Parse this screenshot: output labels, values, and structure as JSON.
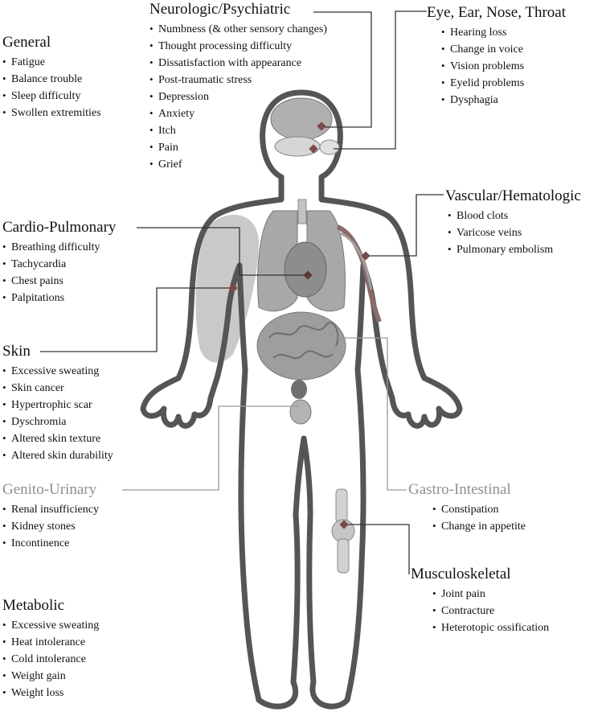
{
  "groups": {
    "general": {
      "title": "General",
      "items": [
        "Fatigue",
        "Balance trouble",
        "Sleep difficulty",
        "Swollen extremities"
      ]
    },
    "neuro": {
      "title": "Neurologic/Psychiatric",
      "items": [
        "Numbness (& other sensory changes)",
        "Thought processing difficulty",
        "Dissatisfaction with appearance",
        "Post-traumatic stress",
        "Depression",
        "Anxiety",
        "Itch",
        "Pain",
        "Grief"
      ]
    },
    "eye": {
      "title": "Eye, Ear, Nose, Throat",
      "items": [
        "Hearing loss",
        "Change in voice",
        "Vision problems",
        "Eyelid problems",
        "Dysphagia"
      ]
    },
    "vascular": {
      "title": "Vascular/Hematologic",
      "items": [
        "Blood clots",
        "Varicose veins",
        "Pulmonary embolism"
      ]
    },
    "cardio": {
      "title": "Cardio-Pulmonary",
      "items": [
        "Breathing difficulty",
        "Tachycardia",
        "Chest pains",
        "Palpitations"
      ]
    },
    "skin": {
      "title": "Skin",
      "items": [
        "Excessive sweating",
        "Skin cancer",
        "Hypertrophic scar",
        "Dyschromia",
        "Altered skin texture",
        "Altered skin durability"
      ]
    },
    "genito": {
      "title": "Genito-Urinary",
      "items": [
        "Renal insufficiency",
        "Kidney stones",
        "Incontinence"
      ]
    },
    "gastro": {
      "title": "Gastro-Intestinal",
      "items": [
        "Constipation",
        "Change in appetite"
      ]
    },
    "musculo": {
      "title": "Musculoskeletal",
      "items": [
        "Joint pain",
        "Contracture",
        "Heterotopic ossification"
      ]
    },
    "metabolic": {
      "title": "Metabolic",
      "items": [
        "Excessive sweating",
        "Heat intolerance",
        "Cold intolerance",
        "Weight gain",
        "Weight loss"
      ]
    }
  },
  "colors": {
    "outline": "#555555",
    "connector": "#333333",
    "connector_gray": "#9a9a9a",
    "heading_gray": "#8f8f8f",
    "skin_patch": "#c9c9c9",
    "organ": "#a8a8a8",
    "marker": "#7a4a4a"
  }
}
